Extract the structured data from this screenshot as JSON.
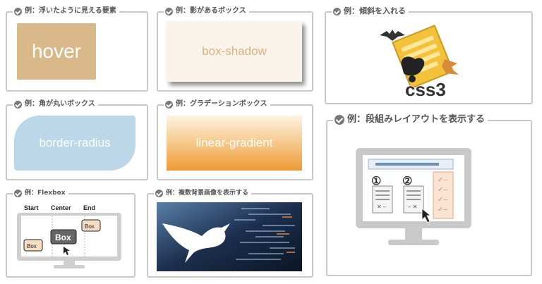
{
  "cards": {
    "hover": {
      "label": "例：浮いたように見える要素",
      "demo_text": "hover"
    },
    "shadow": {
      "label": "例：影があるボックス",
      "demo_text": "box-shadow"
    },
    "skew": {
      "label": "例：傾斜を入れる",
      "demo_text": "css3"
    },
    "radius": {
      "label": "例：角が丸いボックス",
      "demo_text": "border-radius"
    },
    "gradient": {
      "label": "例：グラデーションボックス",
      "demo_text": "linear-gradient"
    },
    "columns": {
      "label": "例：段組みレイアウトを表示する",
      "numbers": [
        "①",
        "②"
      ]
    },
    "flexbox": {
      "label": "例：Flexbox",
      "headers": [
        "Start",
        "Center",
        "End"
      ],
      "box_label": "Box"
    },
    "multibg": {
      "label": "例：複数背景画像を表示する"
    }
  },
  "colors": {
    "hover_bg": "#d9b98a",
    "shadow_text": "#d8b37a",
    "radius_bg": "#bcd8e8",
    "gradient_end": "#ee9a35",
    "border": "#c8c8c8"
  }
}
